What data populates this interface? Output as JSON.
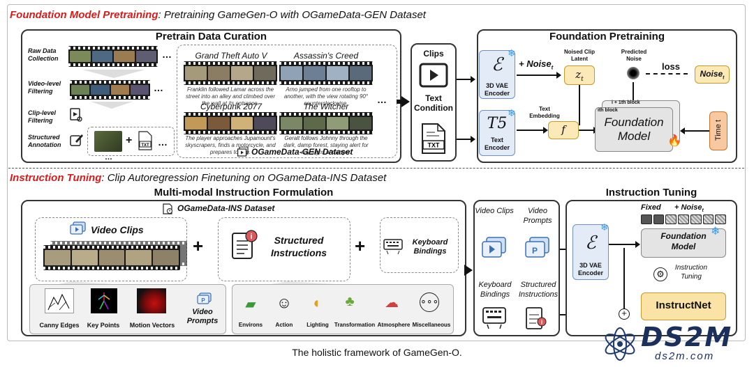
{
  "top": {
    "title": "Foundation Model Pretraining",
    "subtitle": ": Pretraining GameGen-O with OGameData-GEN Dataset",
    "curation": {
      "title": "Pretrain Data Curation",
      "steps": [
        "Raw Data Collection",
        "Video-level Filtering",
        "Clip-level Filtering",
        "Structured Annotation"
      ],
      "games": [
        {
          "name": "Grand Theft Auto V",
          "caption": "Franklin followed Lamar across the street into an alley and climbed over the wall at its entrance."
        },
        {
          "name": "Assassin's Creed",
          "caption": "Arno jumped from one rooftop to another, with the view rotating 90° counterclockwise."
        },
        {
          "name": "Cyberpunk 2077",
          "caption": "The player approaches Jupamount's skyscrapers, finds a motorcycle, and prepares to ride."
        },
        {
          "name": "The Witcher",
          "caption": "Geralt follows Johnny through the dark, damp forest, staying alert for any signs of danger."
        }
      ],
      "dataset": "OGameData-GEN Dataset",
      "ellipsis": "…"
    },
    "clips_label": "Clips",
    "text_condition": "Text Condition",
    "txt": "TXT",
    "pretrain": {
      "title": "Foundation Pretraining",
      "vae_symbol": "ℰ",
      "vae_label": "3D VAE Encoder",
      "t5_symbol": "T5",
      "t5_label": "Text Encoder",
      "noise_plus": "+ Noise",
      "noise_sub": "t",
      "noised_label": "Noised Clip Latent",
      "zt": "z",
      "zt_sub": "t",
      "text_emb": "Text Embedding",
      "f": "f",
      "predicted": "Predicted Noise",
      "loss": "loss",
      "noise_box": "Noise",
      "noise_box_sub": "t",
      "block_i1": "i + 1th block",
      "block_i": "ith block",
      "model": "Foundation Model",
      "time": "Time t"
    }
  },
  "bottom": {
    "title": "Instruction Tuning",
    "subtitle": ": Clip Autoregression Finetuning on OGameData-INS Dataset",
    "formulation": {
      "title": "Multi-modal Instruction Formulation",
      "dataset": "OGameData-INS Dataset",
      "video_clips": "Video Clips",
      "structured": "Structured Instructions",
      "keyboard": "Keyboard Bindings",
      "controls": [
        "Canny Edges",
        "Key Points",
        "Motion Vectors"
      ],
      "video_prompts": "Video Prompts",
      "aspects": [
        "Environs",
        "Action",
        "Lighting",
        "Transformation",
        "Atmosphere",
        "Miscellaneous"
      ]
    },
    "inputs": {
      "video_clips": "Video Clips",
      "video_prompts": "Video Prompts",
      "keyboard": "Keyboard Bindings",
      "structured": "Structured Instructions"
    },
    "tuning": {
      "title": "Instruction Tuning",
      "fixed": "Fixed",
      "noise": "+ Noise",
      "noise_sub": "t",
      "vae_symbol": "ℰ",
      "vae_label": "3D VAE Encoder",
      "model": "Foundation Model",
      "tuning_label": "Instruction Tuning",
      "instructnet": "InstructNet"
    }
  },
  "caption": "The holistic framework of GameGen-O.",
  "watermark": {
    "logo": "DS2M",
    "url": "ds2m.com"
  },
  "colors": {
    "red": "#d81b1b",
    "blue_box": "#e3ebf7",
    "yellow_box": "#fbe9b8",
    "orange_box": "#f8c9a0"
  }
}
